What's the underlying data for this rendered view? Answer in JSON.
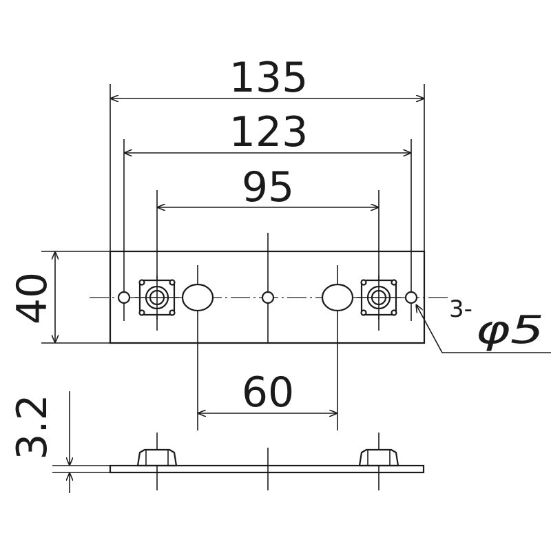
{
  "dimensions": {
    "overall_length": "135",
    "outer_hole_pitch": "123",
    "nut_pitch": "95",
    "slot_pitch": "60",
    "height": "40",
    "thickness": "3.2",
    "hole_prefix": "3-",
    "hole_diameter": "φ5"
  },
  "colors": {
    "line": "#1a1a1a",
    "background": "#ffffff"
  }
}
